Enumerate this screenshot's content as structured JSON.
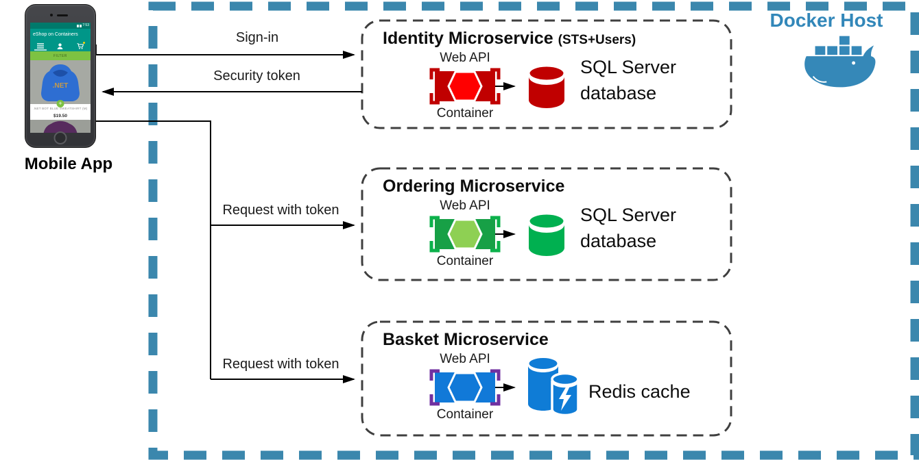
{
  "docker_host": {
    "label": "Docker Host",
    "accent_color": "#3588b8",
    "border_color": "#3b87ad"
  },
  "mobile": {
    "caption": "Mobile App",
    "app": {
      "time": "7:53",
      "title": "eShop on Containers",
      "filter": "FILTER",
      "shirt_text": ".NET",
      "product_name": ".NET BOT BLUE SWEATSHIRT (M)",
      "price": "$19.50"
    }
  },
  "flows": {
    "sign_in": "Sign-in",
    "security_token": "Security token",
    "request_ordering": "Request with token",
    "request_basket": "Request with token"
  },
  "services": [
    {
      "title": "Identity Microservice",
      "suffix": "(STS+Users)",
      "api": "Web API",
      "container": "Container",
      "store": "SQL Server database",
      "colors": {
        "rect": "#c00000",
        "hexagon": "#ff0000",
        "bracket": "#c00000",
        "db": "#c00000"
      }
    },
    {
      "title": "Ordering Microservice",
      "suffix": "",
      "api": "Web API",
      "container": "Container",
      "store": "SQL Server database",
      "colors": {
        "rect": "#17a046",
        "hexagon": "#8ed053",
        "bracket": "#0cb14b",
        "db": "#00b050"
      }
    },
    {
      "title": "Basket Microservice",
      "suffix": "",
      "api": "Web API",
      "container": "Container",
      "store": "Redis cache",
      "colors": {
        "rect": "#1179d8",
        "hexagon": "#1179d8",
        "bracket": "#7030a0",
        "db": "#0f7cd6"
      }
    }
  ]
}
